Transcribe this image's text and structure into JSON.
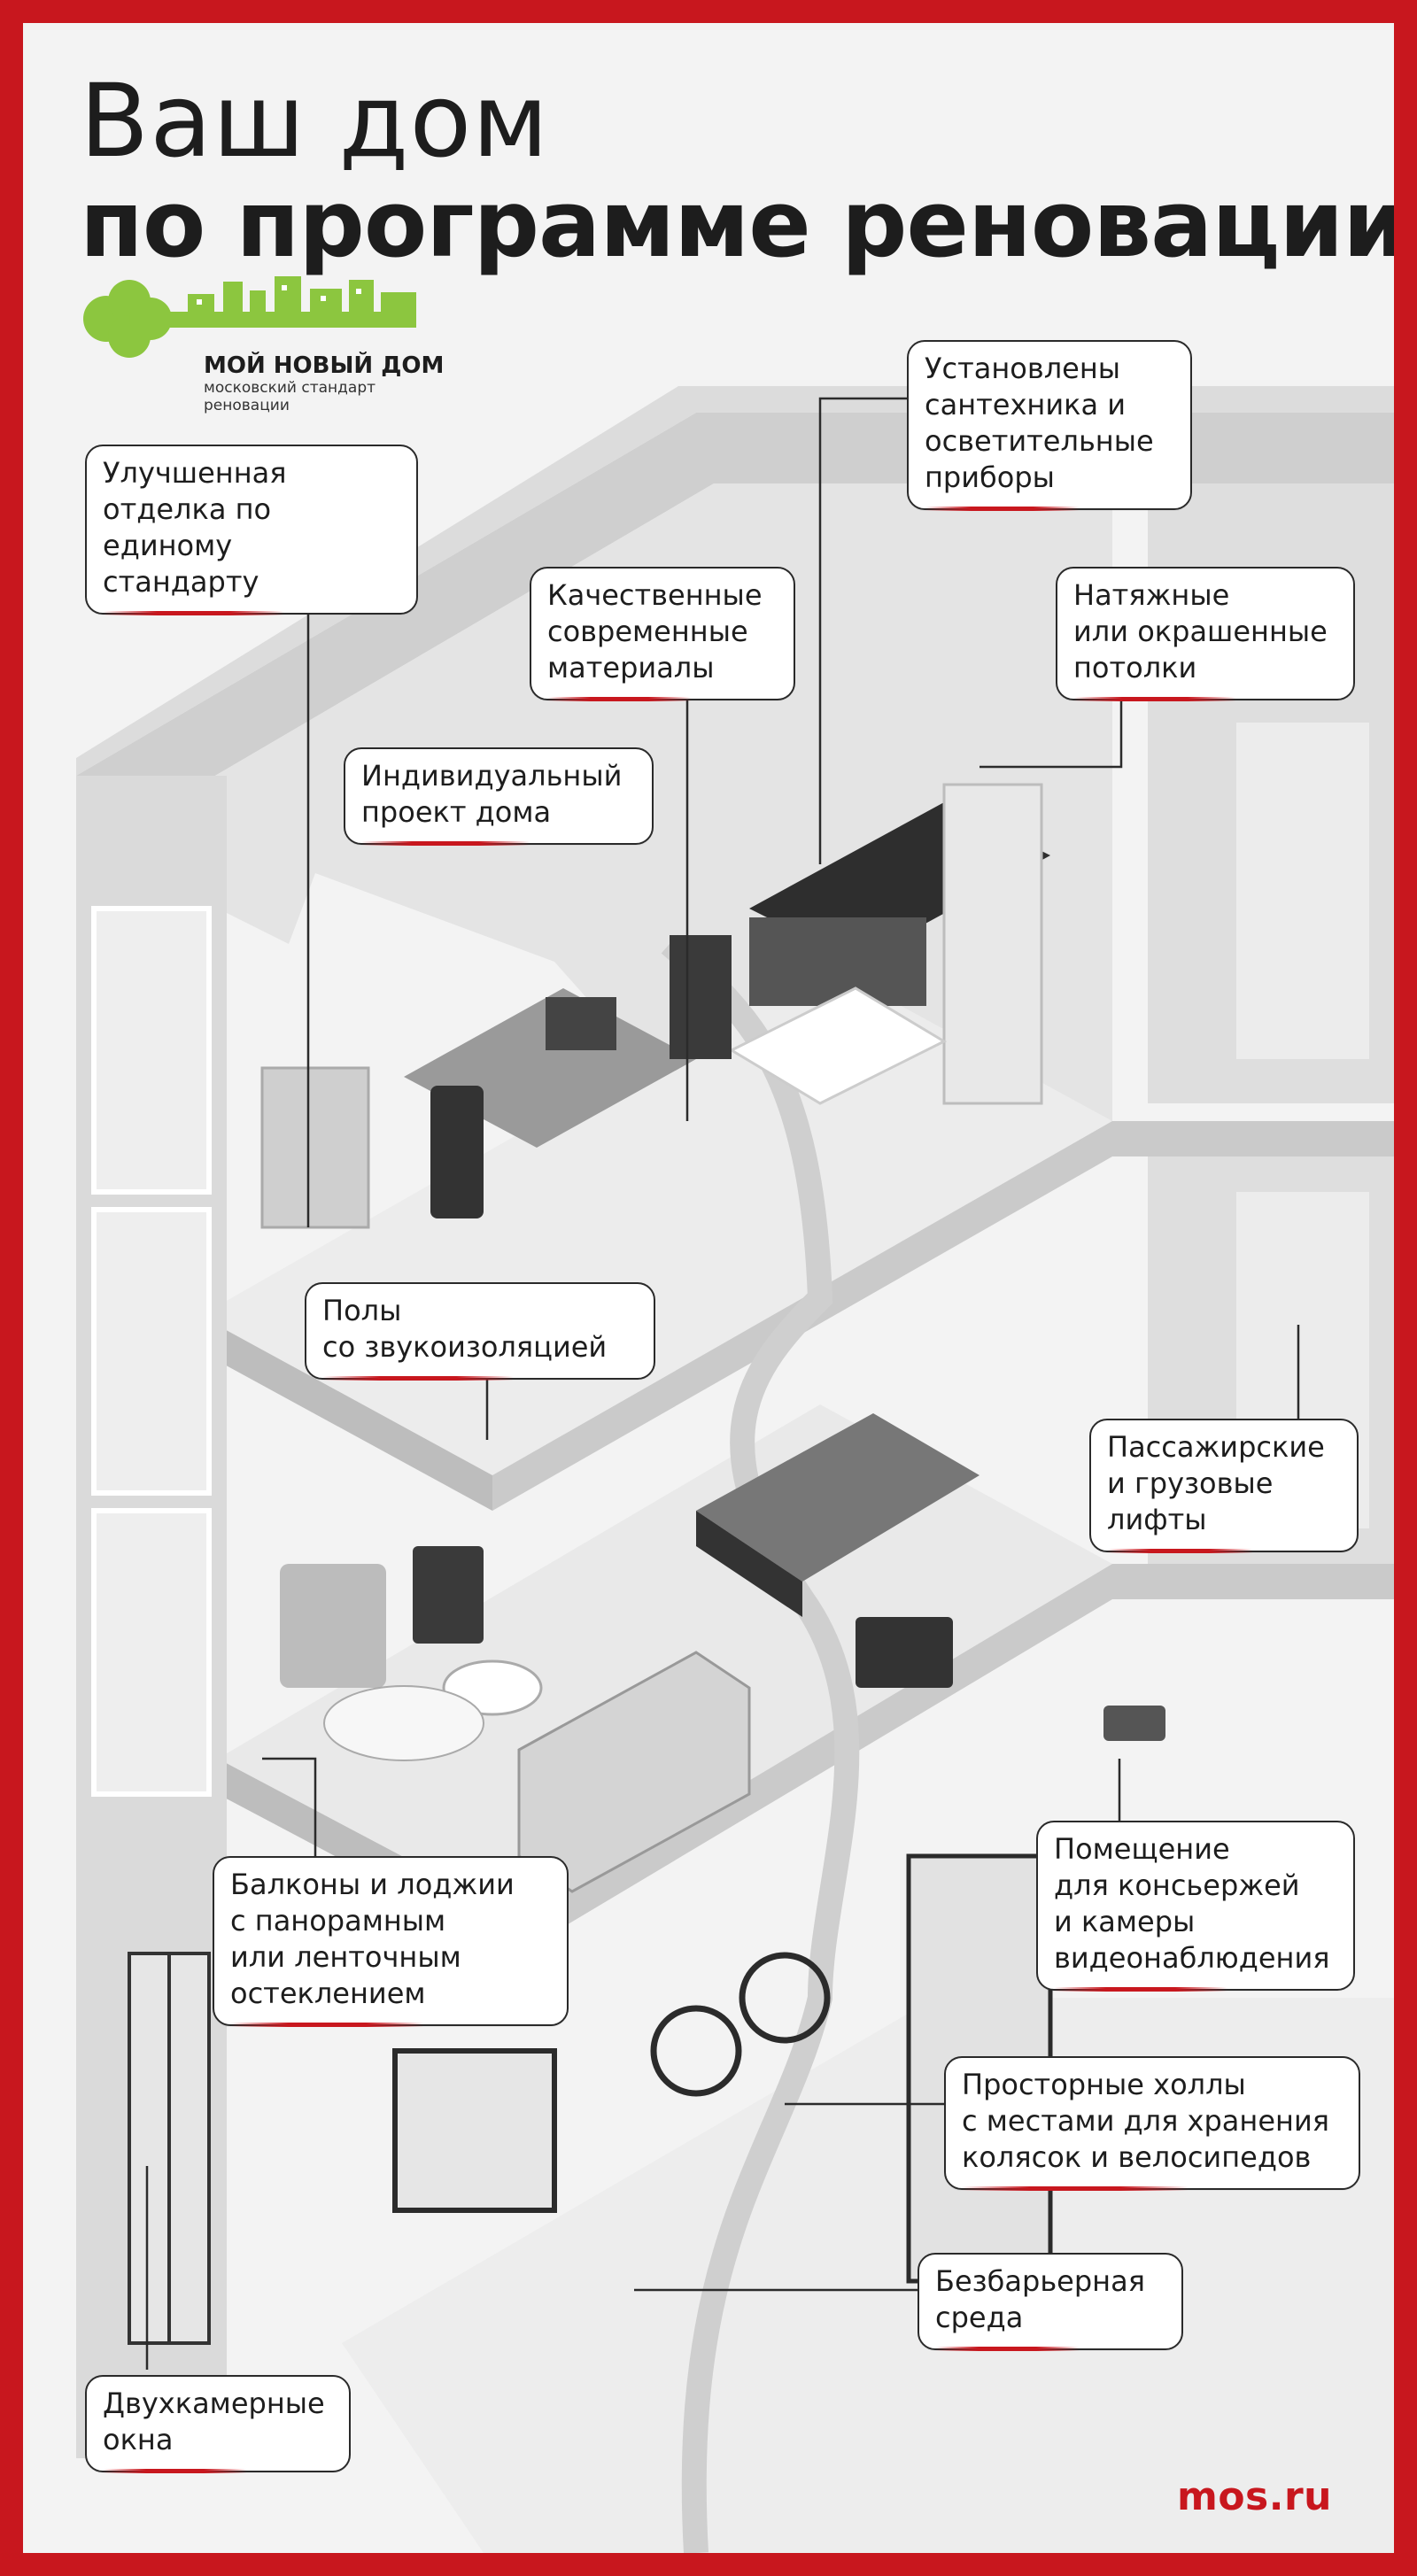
{
  "title": {
    "line1": "Ваш дом",
    "line2": "по программе реновации"
  },
  "logo": {
    "name": "МОЙ НОВЫЙ ДОМ",
    "subtitle": "московский стандарт\nреновации",
    "color": "#8cc63f"
  },
  "callouts": {
    "finishing": "Улучшенная\nотделка по единому\nстандарту",
    "plumbing": "Установлены\nсантехника и\nосветительные\nприборы",
    "materials": "Качественные\nсовременные\nматериалы",
    "ceilings": "Натяжные\nили окрашенные\nпотолки",
    "project": "Индивидуальный\nпроект дома",
    "floors": "Полы\nсо звукоизоляцией",
    "elevators": "Пассажирские\nи грузовые\nлифты",
    "balconies": "Балконы и лоджии\nс панорамным\nили ленточным\nостеклением",
    "concierge": "Помещение\nдля консьержей\nи камеры\nвидеонаблюдения",
    "halls": "Просторные холлы\nс местами для хранения\nколясок и велосипедов",
    "barrier_free": "Безбарьерная\nсреда",
    "windows": "Двухкамерные\nокна"
  },
  "footer": "mos.ru",
  "colors": {
    "frame": "#c8171e",
    "accent": "#c8171e",
    "background": "#f3f3f3",
    "logo_green": "#8cc63f"
  }
}
